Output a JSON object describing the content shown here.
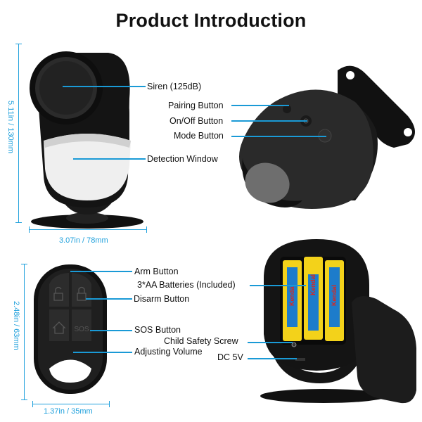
{
  "title": "Product Introduction",
  "main_unit": {
    "callouts": {
      "siren": "Siren (125dB)",
      "pairing": "Pairing Button",
      "onoff": "On/Off Button",
      "mode": "Mode Button",
      "detection": "Detection Window"
    },
    "dimensions": {
      "height": "5.11in / 130mm",
      "width": "3.07in / 78mm"
    }
  },
  "remote": {
    "callouts": {
      "arm": "Arm Button",
      "disarm": "Disarm Button",
      "sos": "SOS Button",
      "volume": "Adjusting Volume"
    },
    "sos_key_text": "SOS",
    "dimensions": {
      "height": "2.48in / 63mm",
      "width": "1.37in / 35mm"
    }
  },
  "battery_view": {
    "callouts": {
      "batteries": "3*AA Batteries (Included)",
      "screw": "Child Safety Screw",
      "dc": "DC 5V"
    }
  },
  "colors": {
    "accent": "#1a9ad6",
    "dimension": "#1fa0dc",
    "text": "#111111",
    "device": "#1a1a1a"
  }
}
